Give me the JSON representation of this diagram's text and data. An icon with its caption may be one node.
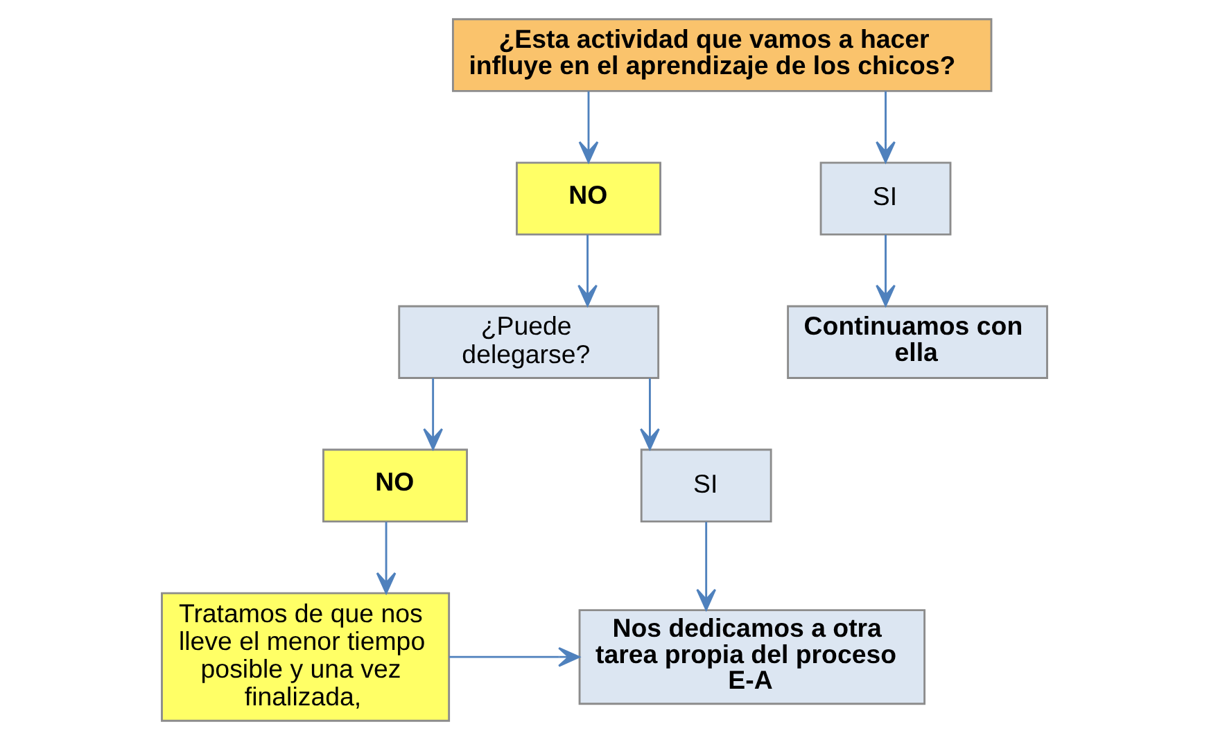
{
  "diagram": {
    "nodes": [
      {
        "text": [
          "¿Esta actividad que vamos a hacer influye en el aprendizaje de los chicos?"
        ]
      },
      {
        "text": [
          "NO"
        ]
      },
      {
        "text": [
          "SI"
        ]
      },
      {
        "text": [
          "¿Puede delegarse?"
        ]
      },
      {
        "text": [
          "Continuamos con ella"
        ]
      },
      {
        "text": [
          "NO"
        ]
      },
      {
        "text": [
          "SI"
        ]
      },
      {
        "text": [
          "Tratamos de que nos lleve el menor tiempo posible y una vez finalizada,"
        ]
      },
      {
        "text": [
          "Nos dedicamos a otra tarea propia del proceso E-A"
        ]
      }
    ],
    "edges": [
      {
        "from": 0,
        "to": 1,
        "arrow": "to"
      },
      {
        "from": 0,
        "to": 2,
        "arrow": "to"
      },
      {
        "from": 1,
        "to": 3,
        "arrow": "to"
      },
      {
        "from": 2,
        "to": 4,
        "arrow": "to"
      },
      {
        "from": 3,
        "to": 5,
        "arrow": "to"
      },
      {
        "from": 3,
        "to": 6,
        "arrow": "to"
      },
      {
        "from": 5,
        "to": 7,
        "arrow": "to"
      },
      {
        "from": 6,
        "to": 8,
        "arrow": "to"
      },
      {
        "from": 7,
        "to": 8,
        "arrow": "to"
      }
    ]
  }
}
